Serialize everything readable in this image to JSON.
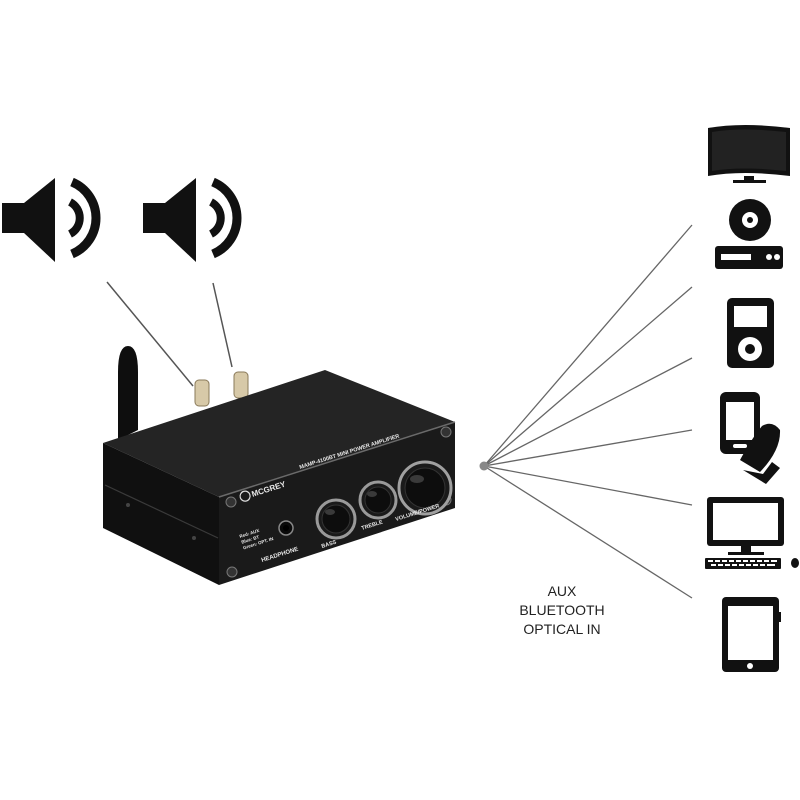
{
  "amplifier": {
    "brand": "MCGREY",
    "model_line": "MAMP-4100BT MINI POWER AMPLIFIER",
    "knobs": [
      "BASS",
      "TREBLE",
      "VOLUME/POWER"
    ],
    "headphone_label": "HEADPHONE",
    "led_legend": [
      "Red: AUX",
      "Blue: BT",
      "Green: OPT. IN"
    ]
  },
  "inputs_label": [
    "AUX",
    "BLUETOOTH",
    "OPTICAL IN"
  ],
  "source_devices": [
    "tv-icon",
    "cd-player-icon",
    "mp3-player-icon",
    "smartphone-icon",
    "desktop-computer-icon",
    "tablet-icon"
  ],
  "speaker_icons": [
    "speaker-icon",
    "speaker-icon"
  ],
  "colors": {
    "icon": "#111111",
    "amplifier_body": "#1c1c1c",
    "connector_line": "#555555"
  }
}
